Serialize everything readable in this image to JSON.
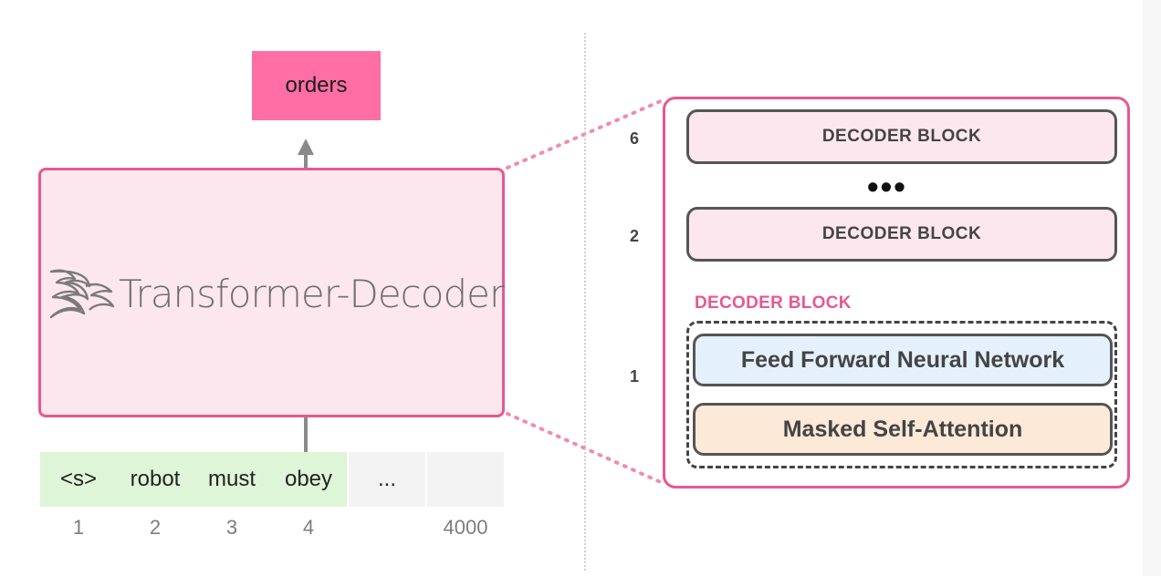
{
  "output_token": "orders",
  "decoder": {
    "title": "Transformer-Decoder",
    "logo_icon": "transformer-logo-icon"
  },
  "input_tokens": [
    {
      "text": "<s>",
      "position": "1"
    },
    {
      "text": "robot",
      "position": "2"
    },
    {
      "text": "must",
      "position": "3"
    },
    {
      "text": "obey",
      "position": "4"
    },
    {
      "text": "...",
      "position": ""
    },
    {
      "text": "",
      "position": "4000"
    }
  ],
  "stack": {
    "blocks": [
      {
        "number": "6",
        "label": "DECODER BLOCK"
      },
      {
        "number": "2",
        "label": "DECODER BLOCK"
      }
    ],
    "ellipsis": "•••",
    "detail": {
      "number": "1",
      "label": "DECODER BLOCK",
      "layers": [
        "Feed Forward Neural Network",
        "Masked Self-Attention"
      ]
    }
  },
  "colors": {
    "accent_pink": "#e8588e",
    "output_pink": "#ff6ea4",
    "decoder_fill": "#fde7ef",
    "token_green": "#dff5d8",
    "ffnn_blue": "#e4f0fb",
    "attention_peach": "#fce9d8"
  }
}
